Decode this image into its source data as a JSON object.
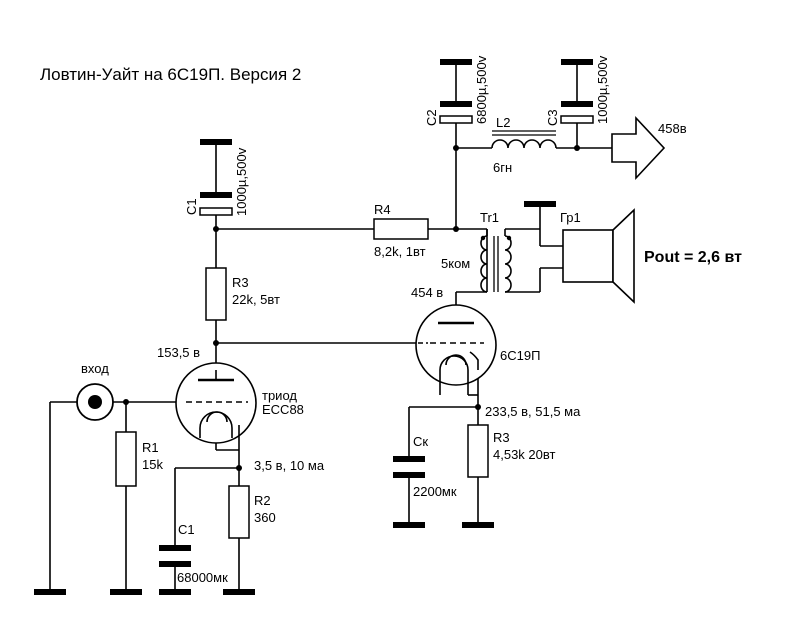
{
  "title": "Ловтин-Уайт на 6С19П. Версия 2",
  "input_label": "вход",
  "triode_label_1": "триод",
  "triode_label_2": "ECC88",
  "tube2_label": "6С19П",
  "output_power": "Pout = 2,6 вт",
  "supply_voltage": "458в",
  "components": {
    "c1_top": {
      "name": "C1",
      "value": "1000µ,500v"
    },
    "c2": {
      "name": "C2",
      "value": "6800µ,500v"
    },
    "c3": {
      "name": "C3",
      "value": "1000µ,500v"
    },
    "l2": {
      "name": "L2",
      "value": "6гн"
    },
    "r4": {
      "name": "R4",
      "value": "8,2k, 1вт"
    },
    "tr1": {
      "name": "Tr1",
      "value": "5ком"
    },
    "gr1": {
      "name": "Гр1"
    },
    "r3_anode": {
      "name": "R3",
      "value": "22k, 5вт"
    },
    "r1": {
      "name": "R1",
      "value": "15k"
    },
    "r2": {
      "name": "R2",
      "value": "360"
    },
    "c1_cathode": {
      "name": "C1",
      "value": "68000мк"
    },
    "ck": {
      "name": "Ск",
      "value": "2200мк"
    },
    "r3_cathode": {
      "name": "R3",
      "value": "4,53k 20вт"
    }
  },
  "voltages": {
    "anode_v2": "454 в",
    "anode_v1": "153,5 в",
    "cathode_v1": "3,5 в, 10 ма",
    "cathode_v2": "233,5 в, 51,5 ма"
  }
}
